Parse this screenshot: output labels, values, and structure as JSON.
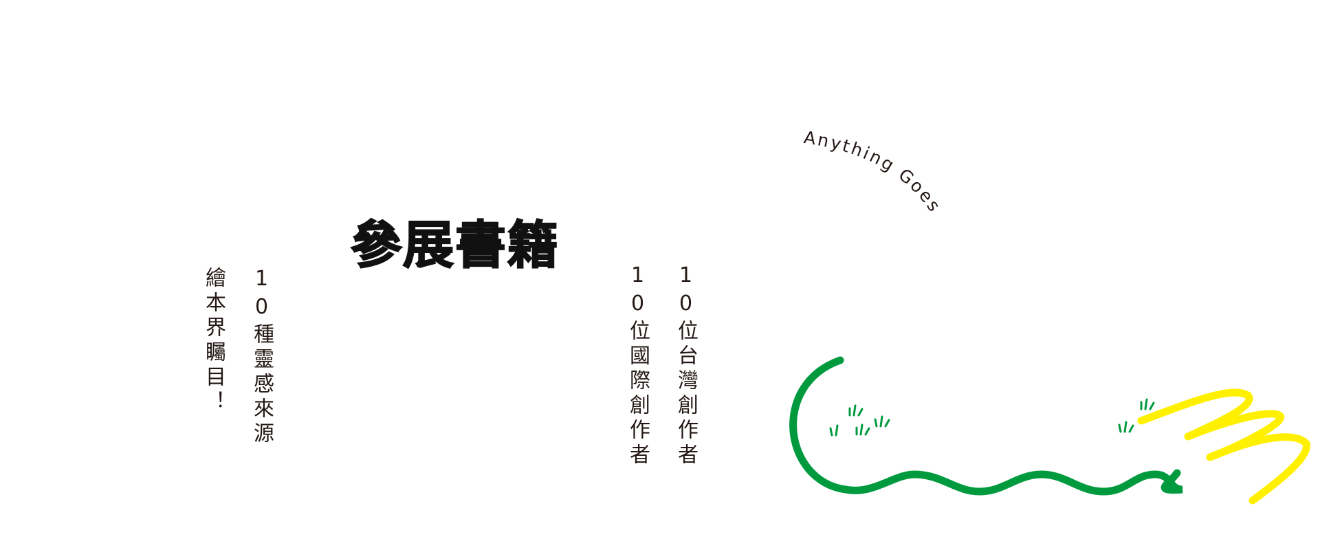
{
  "title": "參展書籍",
  "arc_text": "Anything Goes",
  "left_columns": [
    "10種靈感來源",
    "繪本界矚目！"
  ],
  "right_columns": [
    "10位台灣創作者",
    "10位國際創作者"
  ],
  "colors": {
    "text": "#231815",
    "green": "#009a3e",
    "yellow": "#fff000"
  }
}
